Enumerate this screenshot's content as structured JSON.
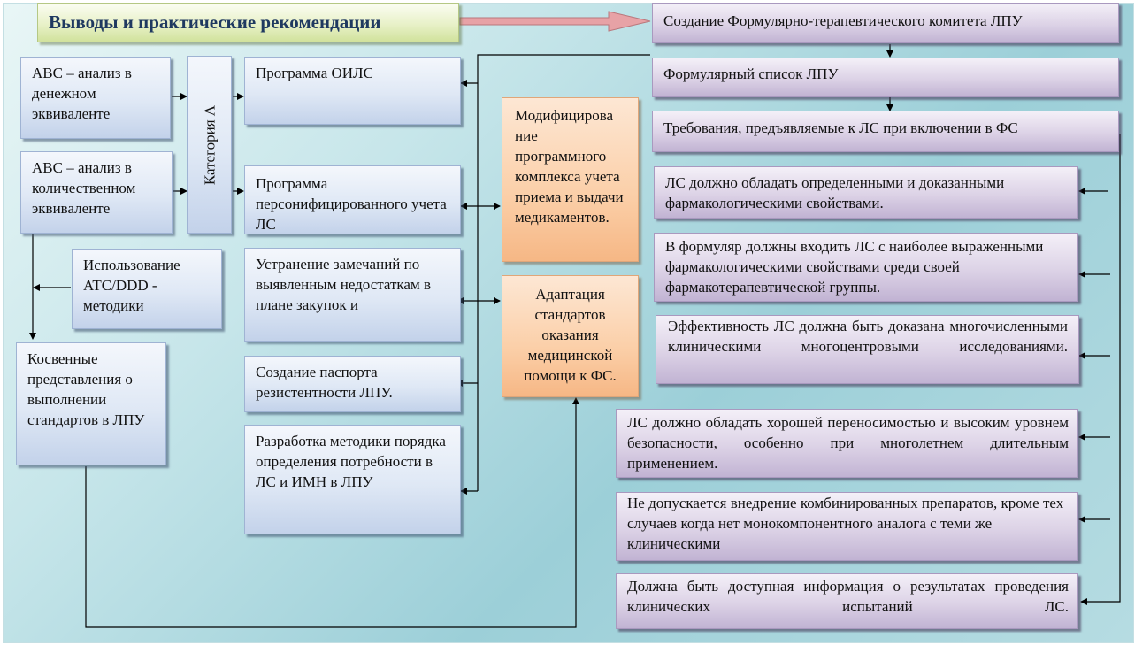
{
  "title": "Выводы и практические рекомендации",
  "category_label": "Категория А",
  "left": {
    "abc_money": "АВС – анализ в денежном эквиваленте",
    "abc_quantity": "АВС – анализ в количественном эквиваленте",
    "atc_ddd": "Использование ATC/DDD - методики",
    "indirect": "Косвенные представления о выполнении стандартов в ЛПУ"
  },
  "middle": {
    "oils": "Программа ОИЛС",
    "personified": "Программа персонифицированного учета ЛС",
    "remarks": "Устранение замечаний по выявленным недостаткам в плане закупок и",
    "passport": "Создание паспорта резистентности ЛПУ.",
    "methodology": "Разработка методики порядка определения потребности в ЛС и ИМН в ЛПУ"
  },
  "center": {
    "modification": "Модифицирова ние программного комплекса учета приема и выдачи медикаментов.",
    "adaptation": "Адаптация стандартов оказания медицинской помощи к ФС."
  },
  "right": {
    "committee": "Создание Формулярно-терапевтического комитета ЛПУ",
    "formulary_list": "Формулярный список ЛПУ",
    "requirements": "Требования, предъявляемые к ЛС при включении в ФС",
    "req1": "ЛС должно обладать определенными и доказанными фармакологическими свойствами.",
    "req2": "В формуляр должны входить ЛС с наиболее выраженными фармакологическими свойствами среди своей фармакотерапевтической группы.",
    "req3": "Эффективность ЛС должна быть доказана многочисленными клиническими многоцентровыми исследованиями.",
    "req4": "ЛС должно обладать хорошей переносимостью и высоким уровнем безопасности, особенно при многолетнем длительным применением.",
    "req5": "Не допускается внедрение комбинированных препаратов, кроме тех случаев когда нет монокомпонентного аналога с теми же клиническими",
    "req6": "Должна быть доступная информация о результатах проведения клинических испытаний ЛС."
  },
  "colors": {
    "blue_box": "#dfe8f5",
    "purple_box": "#dcd2e6",
    "orange_box": "#fbcfa8",
    "green_box": "#e8f1c8",
    "title_text": "#1f3960",
    "big_arrow": "#e7a2a6"
  }
}
